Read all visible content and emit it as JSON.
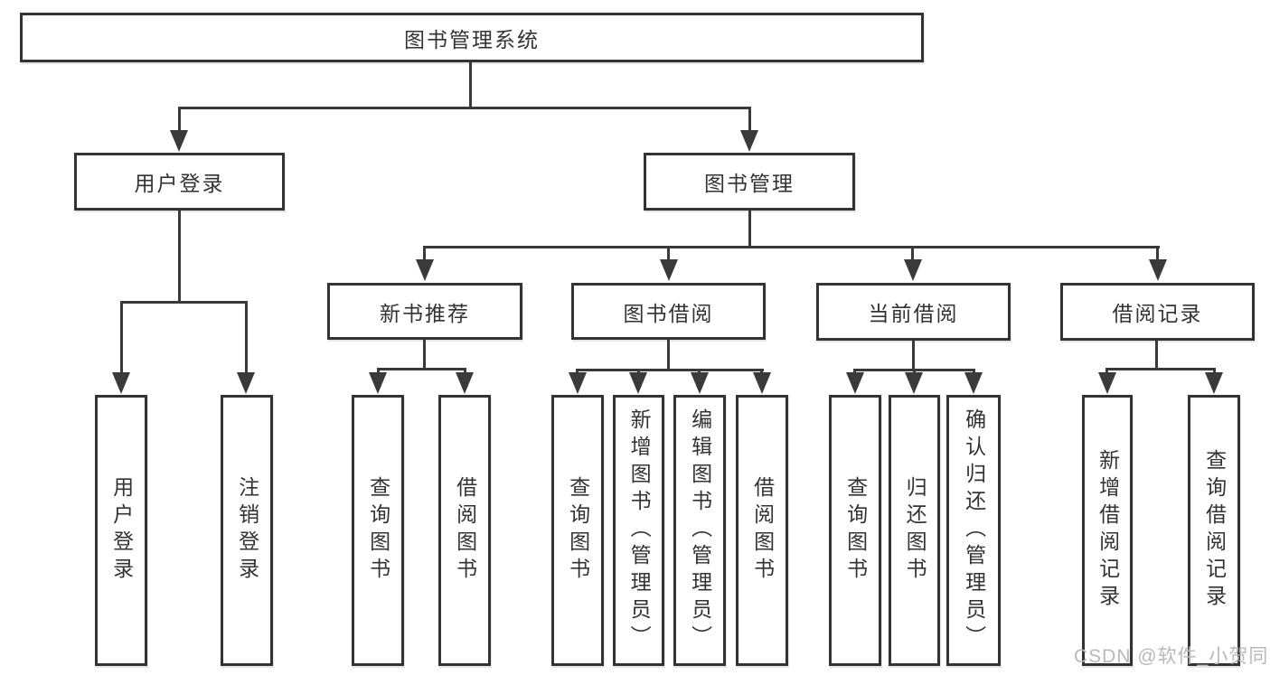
{
  "diagram": {
    "root": {
      "label": "图书管理系统"
    },
    "level2": {
      "user_login": {
        "label": "用户登录"
      },
      "book_mgmt": {
        "label": "图书管理"
      }
    },
    "level3": {
      "new_book_rec": {
        "label": "新书推荐"
      },
      "book_borrow": {
        "label": "图书借阅"
      },
      "current_borrow": {
        "label": "当前借阅"
      },
      "borrow_record": {
        "label": "借阅记录"
      }
    },
    "leaves": {
      "user_login": {
        "label": "用户登录"
      },
      "logout": {
        "label": "注销登录"
      },
      "rec_query_book": {
        "label": "查询图书"
      },
      "rec_borrow_book": {
        "label": "借阅图书"
      },
      "bb_query_book": {
        "label": "查询图书"
      },
      "bb_add_book": {
        "label": "新增图书（管理员）"
      },
      "bb_edit_book": {
        "label": "编辑图书（管理员）"
      },
      "bb_borrow_book": {
        "label": "借阅图书"
      },
      "cb_query_book": {
        "label": "查询图书"
      },
      "cb_return_book": {
        "label": "归还图书"
      },
      "cb_confirm_return": {
        "label": "确认归还（管理员）"
      },
      "br_add_record": {
        "label": "新增借阅记录"
      },
      "br_query_record": {
        "label": "查询借阅记录"
      }
    }
  },
  "watermark": {
    "text": "CSDN @软件_小贺同学"
  },
  "colors": {
    "line": "#3a3a3a",
    "border": "#333333",
    "text": "#333333",
    "background": "#ffffff",
    "watermark": "#b9b9b9"
  }
}
